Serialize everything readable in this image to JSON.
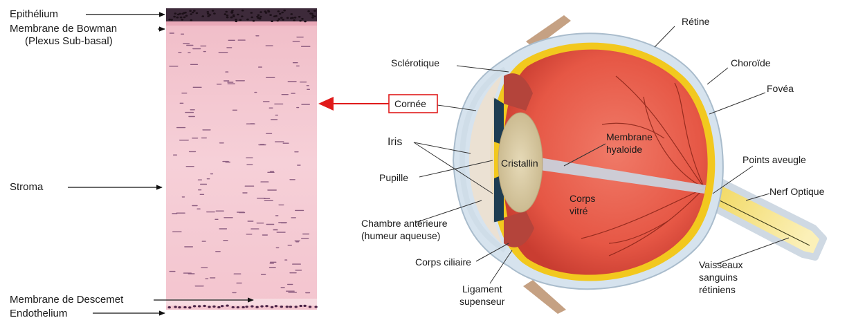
{
  "histology": {
    "labels": {
      "epithelium": "Epithélium",
      "bowman": "Membrane de Bowman",
      "plexus": "(Plexus Sub-basal)",
      "stroma": "Stroma",
      "descemet": "Membrane de Descemet",
      "endothelium": "Endothelium"
    }
  },
  "eye": {
    "labels": {
      "retine": "Rétine",
      "choroide": "Choroïde",
      "fovea": "Fovéa",
      "sclerotique": "Sclérotique",
      "cornee": "Cornée",
      "iris": "Iris",
      "cristallin": "Cristallin",
      "membrane_hyaloide_1": "Membrane",
      "membrane_hyaloide_2": "hyaloide",
      "points_aveugle": "Points aveugle",
      "pupille": "Pupille",
      "nerf_optique": "Nerf Optique",
      "corps_vitre_1": "Corps",
      "corps_vitre_2": "vitré",
      "chambre_1": "Chambre antérieure",
      "chambre_2": "(humeur aqueuse)",
      "corps_ciliaire": "Corps ciliaire",
      "vaisseaux_1": "Vaisseaux",
      "vaisseaux_2": "sanguins",
      "vaisseaux_3": "rétiniens",
      "ligament_1": "Ligament",
      "ligament_2": "supenseur"
    }
  },
  "colors": {
    "stroma": "#f3c6cf",
    "nuclei": "#5a2a55",
    "highlight": "#e01a1a",
    "sclera": "#c9d9e6",
    "globe": "#e8574a",
    "choroid": "#f2c81e",
    "lens": "#d9caa2",
    "nerve": "#f4e07a"
  }
}
